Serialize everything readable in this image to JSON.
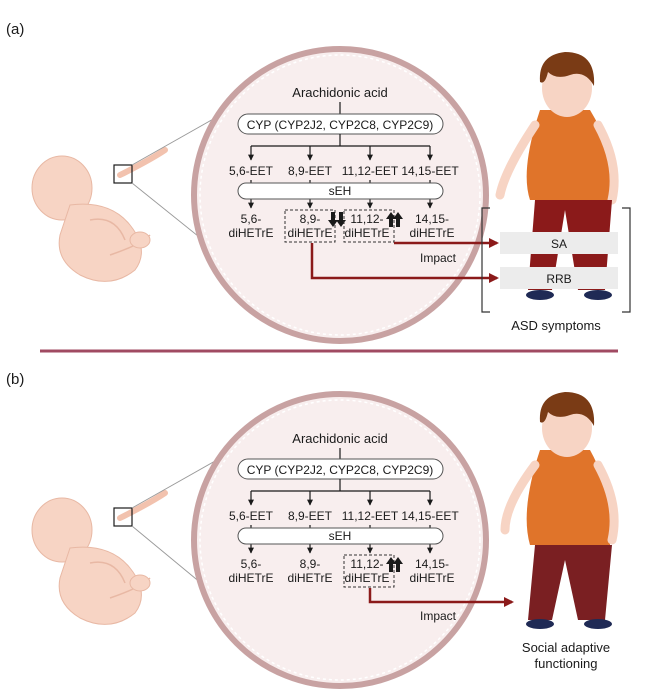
{
  "panel_a": {
    "label": "(a)",
    "pathway": {
      "substrate": "Arachidonic acid",
      "enzyme": "CYP (CYP2J2, CYP2C8, CYP2C9)",
      "eets": [
        "5,6-EET",
        "8,9-EET",
        "11,12-EET",
        "14,15-EET"
      ],
      "hydrolase": "sEH",
      "diols": [
        {
          "line1": "5,6-",
          "line2": "diHETrE"
        },
        {
          "line1": "8,9-",
          "line2": "diHETrE"
        },
        {
          "line1": "11,12-",
          "line2": "diHETrE"
        },
        {
          "line1": "14,15-",
          "line2": "diHETrE"
        }
      ],
      "highlight": [
        {
          "diol_index": 1,
          "direction": "down"
        },
        {
          "diol_index": 2,
          "direction": "up"
        }
      ]
    },
    "impact_label": "Impact",
    "symptoms": [
      "SA",
      "RRB"
    ],
    "symptoms_caption": "ASD symptoms"
  },
  "panel_b": {
    "label": "(b)",
    "pathway": {
      "substrate": "Arachidonic acid",
      "enzyme": "CYP (CYP2J2, CYP2C8, CYP2C9)",
      "eets": [
        "5,6-EET",
        "8,9-EET",
        "11,12-EET",
        "14,15-EET"
      ],
      "hydrolase": "sEH",
      "diols": [
        {
          "line1": "5,6-",
          "line2": "diHETrE"
        },
        {
          "line1": "8,9-",
          "line2": "diHETrE"
        },
        {
          "line1": "11,12-",
          "line2": "diHETrE"
        },
        {
          "line1": "14,15-",
          "line2": "diHETrE"
        }
      ],
      "highlight": [
        {
          "diol_index": 2,
          "direction": "up"
        }
      ]
    },
    "impact_label": "Impact",
    "outcome_line1": "Social adaptive",
    "outcome_line2": "functioning"
  },
  "colors": {
    "arrow": "#8b1a1a",
    "circle_ring": "#c8a2a2",
    "circle_fill": "#f8eeee",
    "divider": "#a04a62",
    "skin": "#f7d4c4",
    "shirt": "#e0742a",
    "pants_a": "#8b1a1a",
    "pants_b": "#7a1f22",
    "hair": "#7a3b15",
    "shoes": "#1f2a55",
    "symptom_box": "#ececec"
  }
}
